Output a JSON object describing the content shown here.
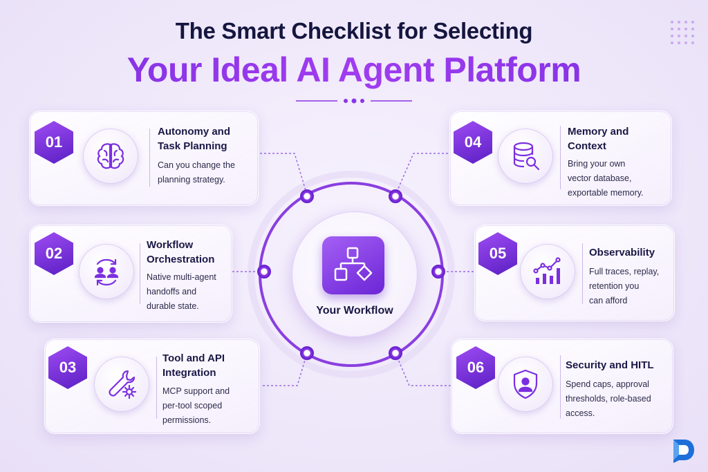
{
  "header": {
    "title_line1": "The Smart Checklist for Selecting",
    "title_line2": "Your Ideal AI Agent Platform"
  },
  "center": {
    "label": "Your Workflow",
    "icon": "flowchart-icon"
  },
  "cards": [
    {
      "number": "01",
      "title_l1": "Autonomy and",
      "title_l2": "Task Planning",
      "desc_l1": "Can you change the",
      "desc_l2": "planning strategy.",
      "desc_l3": "",
      "icon": "brain-icon"
    },
    {
      "number": "02",
      "title_l1": "Workflow",
      "title_l2": "Orchestration",
      "desc_l1": "Native multi-agent",
      "desc_l2": "handoffs and",
      "desc_l3": "durable state.",
      "icon": "users-sync-icon"
    },
    {
      "number": "03",
      "title_l1": "Tool and API",
      "title_l2": "Integration",
      "desc_l1": "MCP support and",
      "desc_l2": "per-tool scoped",
      "desc_l3": "permissions.",
      "icon": "wrench-gear-icon"
    },
    {
      "number": "04",
      "title_l1": "Memory and",
      "title_l2": "Context",
      "desc_l1": "Bring your own",
      "desc_l2": "vector database,",
      "desc_l3": "exportable memory.",
      "icon": "database-search-icon"
    },
    {
      "number": "05",
      "title_l1": "Observability",
      "title_l2": "",
      "desc_l1": "Full traces, replay,",
      "desc_l2": "retention you",
      "desc_l3": "can afford",
      "icon": "bar-chart-icon"
    },
    {
      "number": "06",
      "title_l1": "Security and HITL",
      "title_l2": "",
      "desc_l1": "Spend caps, approval",
      "desc_l2": "thresholds, role-based",
      "desc_l3": "access.",
      "icon": "shield-user-icon"
    }
  ],
  "colors": {
    "accent": "#8a35e6",
    "accent_dark": "#5b1fc4",
    "title_dark": "#15163f",
    "logo_blue": "#1e6fd9"
  }
}
